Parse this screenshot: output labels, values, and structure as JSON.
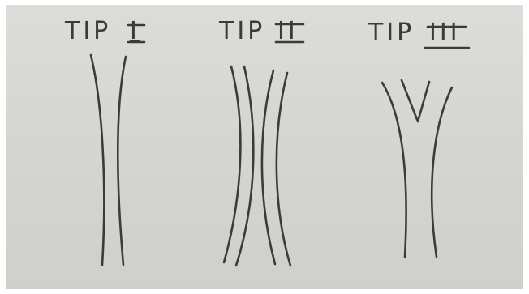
{
  "diagram": {
    "ink_color": "#3b3b3b",
    "paper_color": "#d6d6d2",
    "types": [
      {
        "id": "tip-1",
        "prefix": "TIP",
        "numeral": "I"
      },
      {
        "id": "tip-2",
        "prefix": "TIP",
        "numeral": "II"
      },
      {
        "id": "tip-3",
        "prefix": "TIP",
        "numeral": "III"
      }
    ]
  }
}
